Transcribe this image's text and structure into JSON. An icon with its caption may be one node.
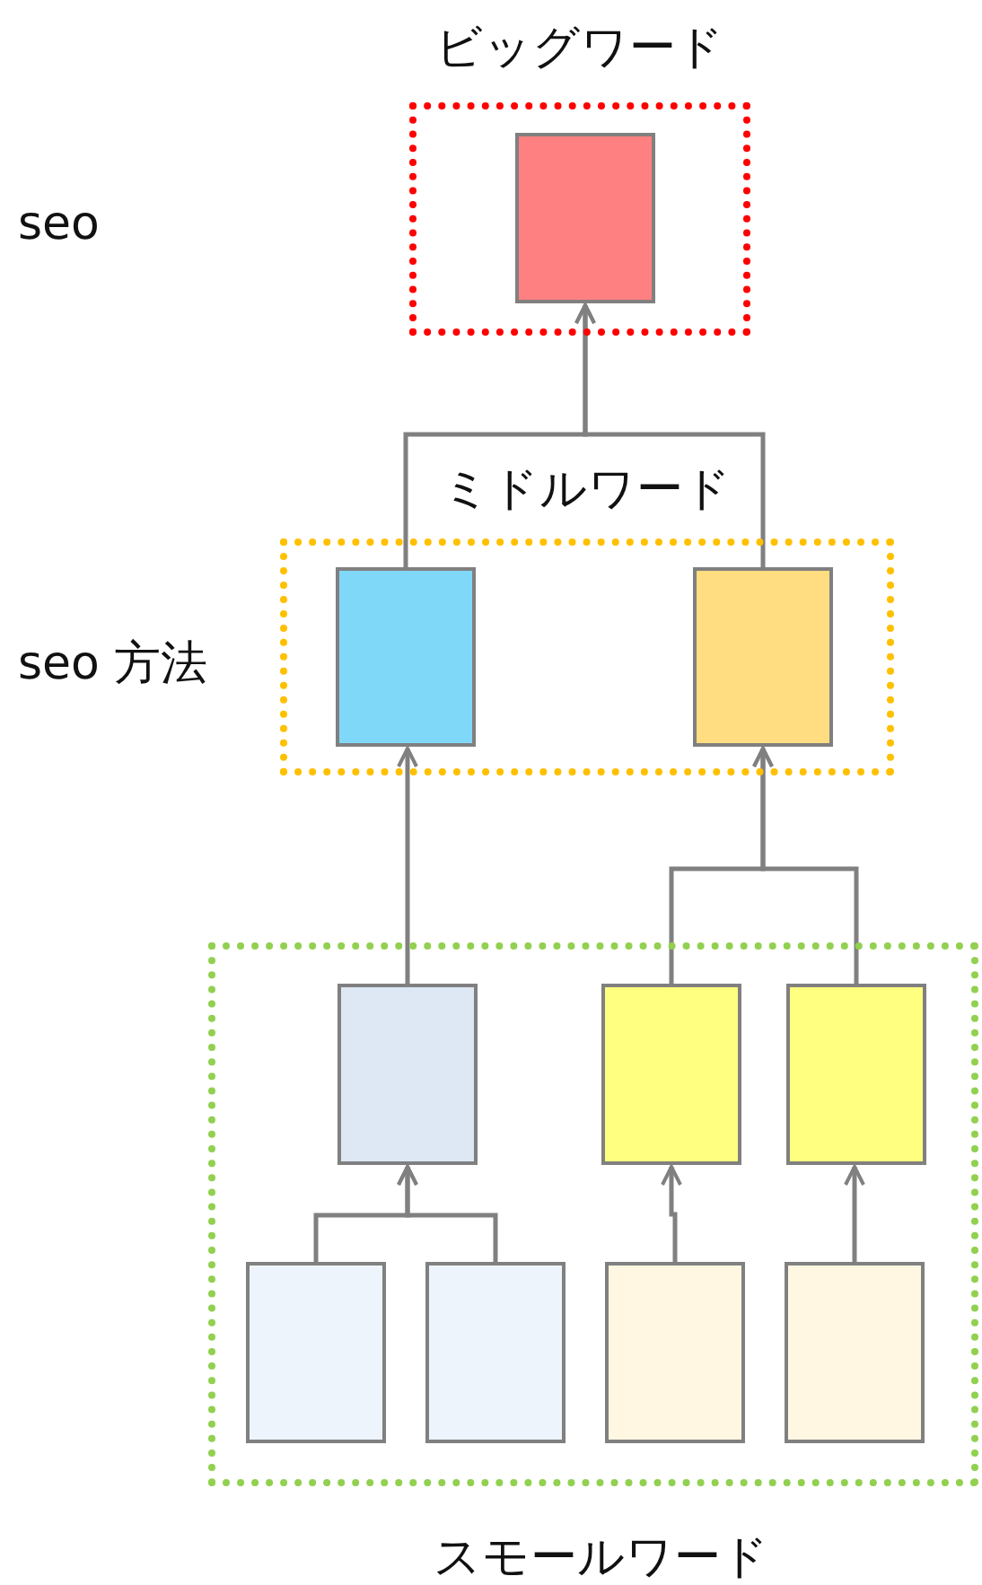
{
  "diagram": {
    "nodes": [
      {
        "text": [
          "ビッグワード"
        ]
      },
      {
        "text": [],
        "shape": "box",
        "in": 0
      },
      {
        "text": [
          "ミドルワード"
        ]
      },
      {
        "text": [],
        "shape": "box",
        "in": 2
      },
      {
        "text": [],
        "shape": "box",
        "in": 2
      },
      {
        "text": [
          "スモールワード"
        ]
      },
      {
        "text": [],
        "shape": "box",
        "in": 5
      },
      {
        "text": [],
        "shape": "box",
        "in": 5
      },
      {
        "text": [],
        "shape": "box",
        "in": 5
      },
      {
        "text": [],
        "shape": "box",
        "in": 5
      },
      {
        "text": [],
        "shape": "box",
        "in": 5
      },
      {
        "text": [],
        "shape": "box",
        "in": 5
      },
      {
        "text": [],
        "shape": "box",
        "in": 5
      }
    ],
    "edges": [
      {
        "from": 3,
        "to": 1,
        "arrow": "to"
      },
      {
        "from": 4,
        "to": 1,
        "arrow": "to"
      },
      {
        "from": 6,
        "to": 3,
        "arrow": "to"
      },
      {
        "from": 7,
        "to": 4,
        "arrow": "to"
      },
      {
        "from": 8,
        "to": 4,
        "arrow": "to"
      },
      {
        "from": 9,
        "to": 6,
        "arrow": "to"
      },
      {
        "from": 10,
        "to": 6,
        "arrow": "to"
      },
      {
        "from": 11,
        "to": 7,
        "arrow": "to"
      },
      {
        "from": 12,
        "to": 8,
        "arrow": "to"
      }
    ],
    "labels": [
      "seo",
      "seo 方法"
    ]
  }
}
